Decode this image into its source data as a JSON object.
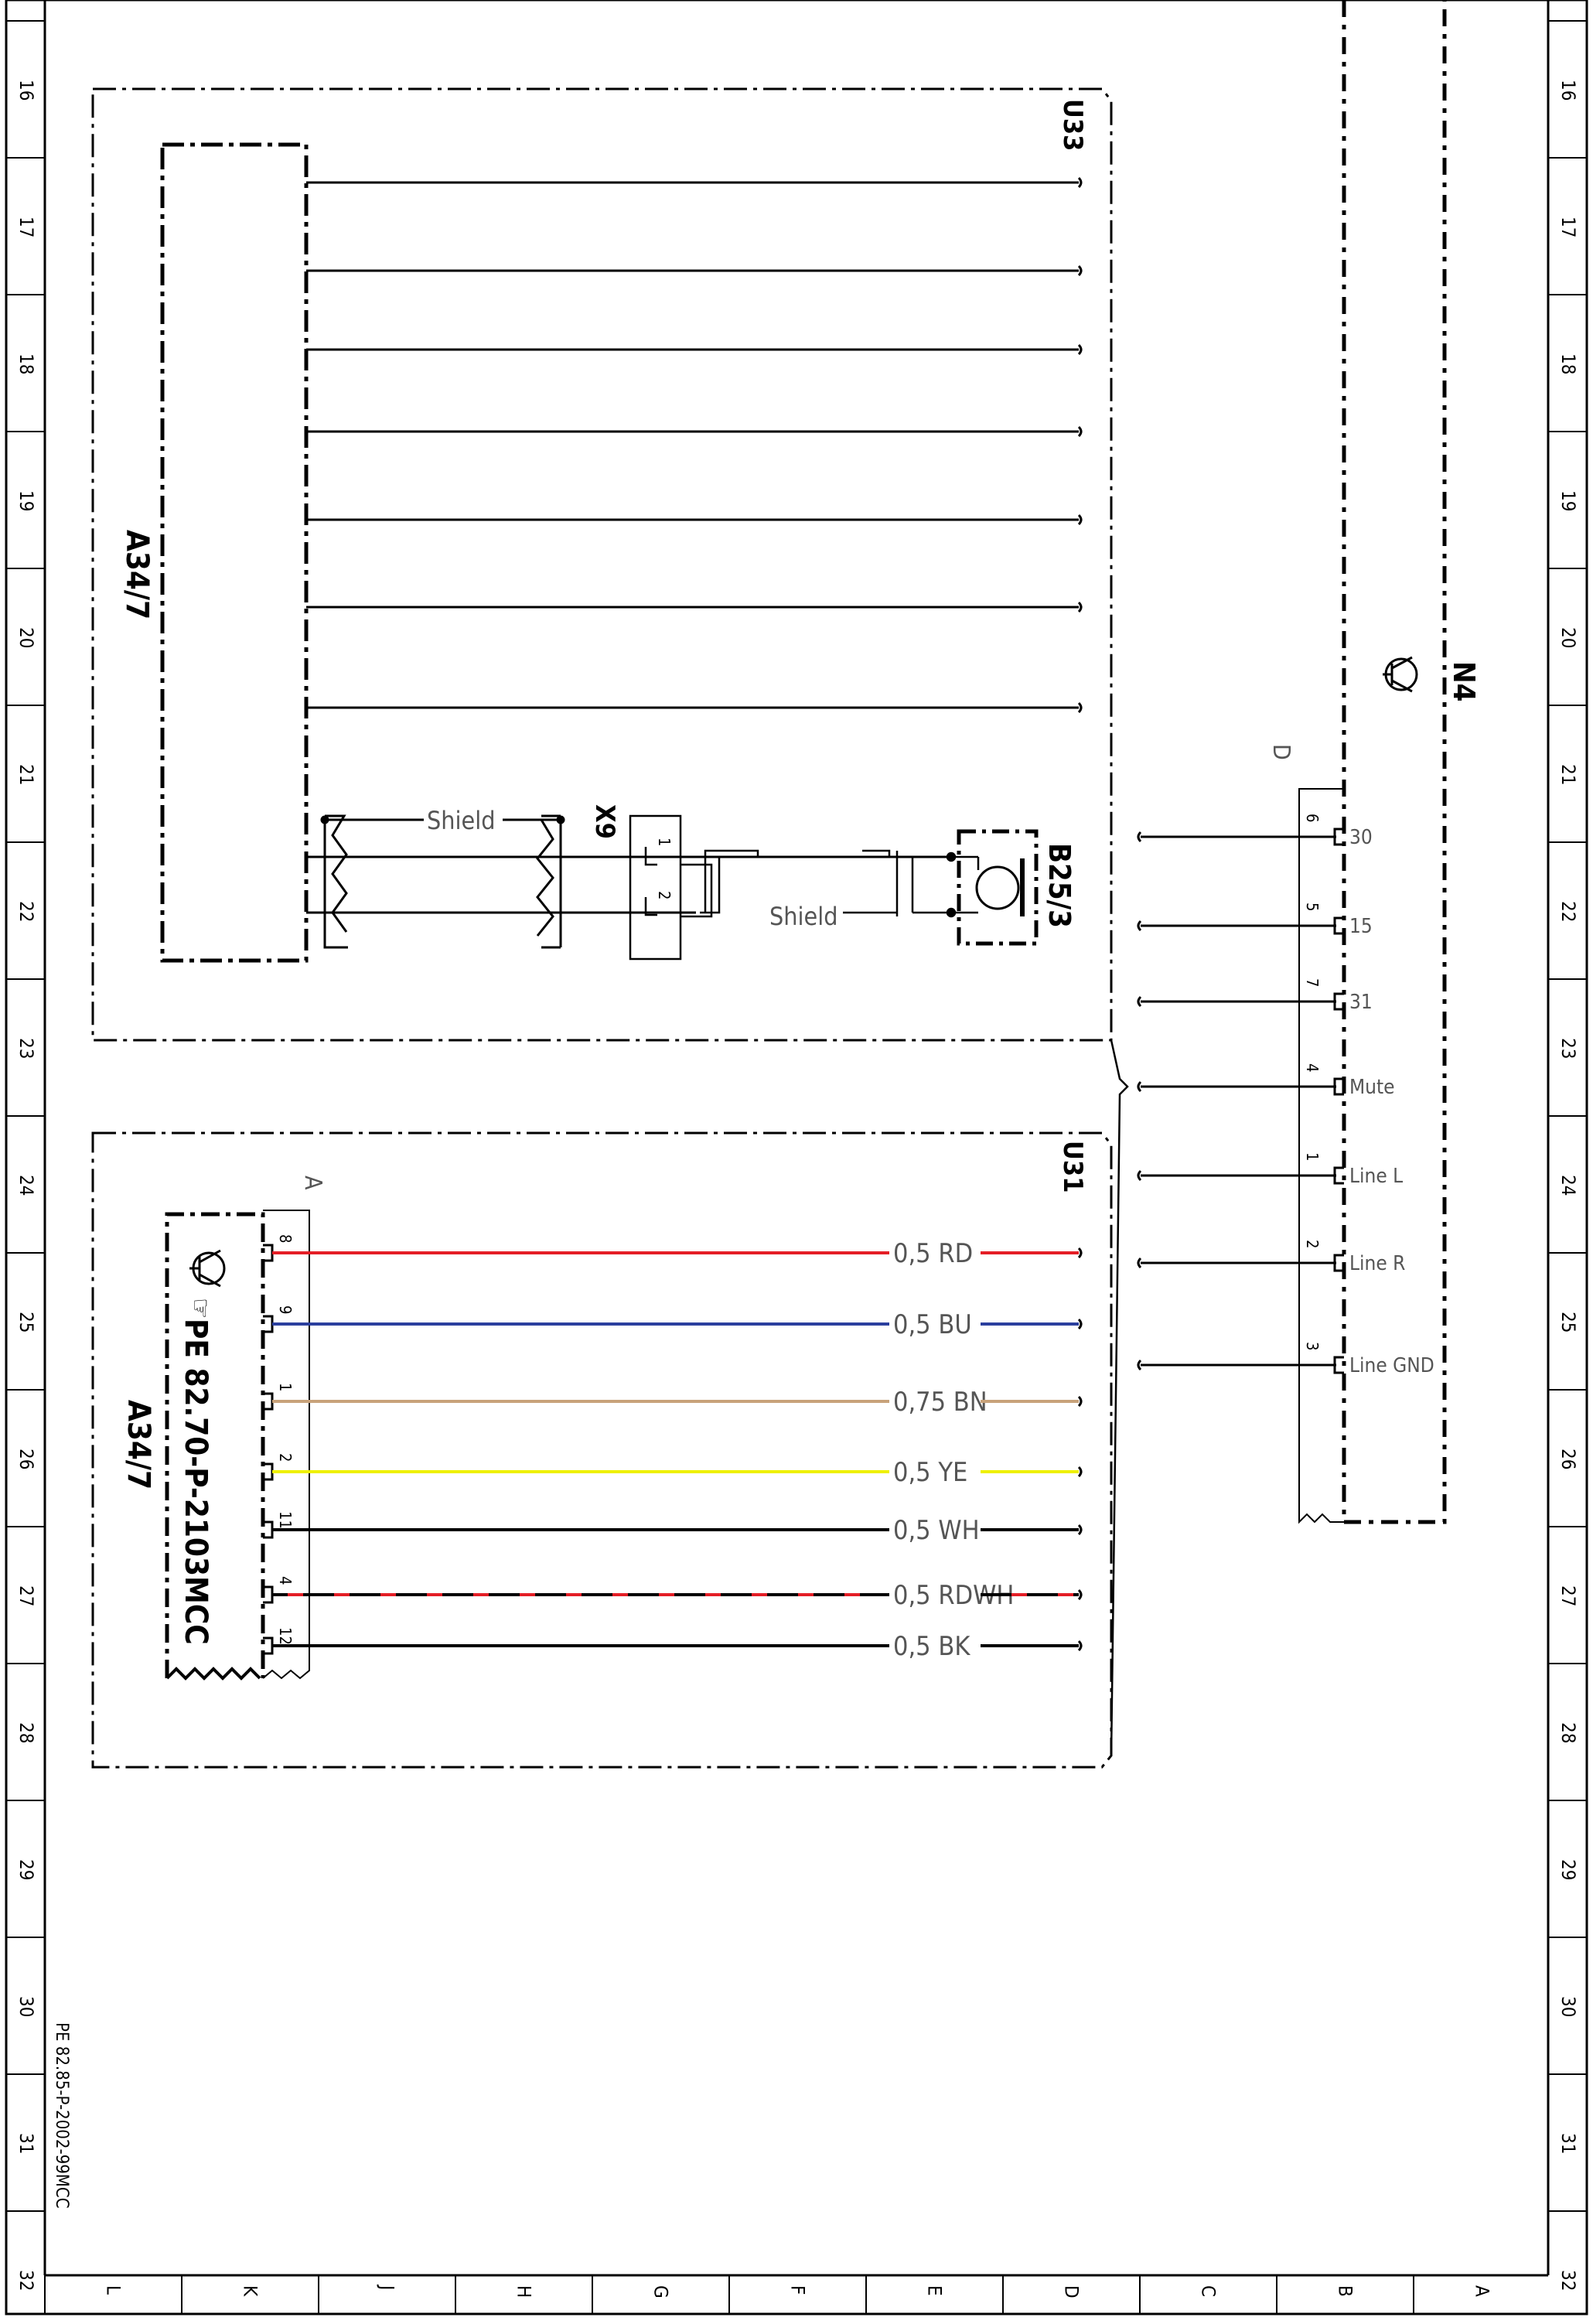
{
  "row_labels": [
    "16",
    "17",
    "18",
    "19",
    "20",
    "21",
    "22",
    "23",
    "24",
    "25",
    "26",
    "27",
    "28",
    "29",
    "30",
    "31",
    "32"
  ],
  "column_labels": [
    "L",
    "K",
    "J",
    "H",
    "G",
    "F",
    "E",
    "D",
    "C",
    "B",
    "A"
  ],
  "document_ref": "PE 82.85-P-2002-99MCC",
  "u33": {
    "ref": "U33",
    "module_label": "A34/7",
    "shield_label": "Shield",
    "connector_ref": "X9",
    "connector_pins": [
      "1",
      "2"
    ],
    "shield_label_2": "Shield",
    "microphone_ref": "B25/3"
  },
  "u31": {
    "ref": "U31",
    "connector_letter": "A",
    "module_label": "A34/7",
    "doc_ref": "PE 82.70-P-2103MCC",
    "wires": [
      {
        "pin": "8",
        "label": "0,5 RD",
        "color": "#e41e26"
      },
      {
        "pin": "9",
        "label": "0,5 BU",
        "color": "#2b3f9e"
      },
      {
        "pin": "1",
        "label": "0,75 BN",
        "color": "#c8a27a"
      },
      {
        "pin": "2",
        "label": "0,5 YE",
        "color": "#eef000"
      },
      {
        "pin": "11",
        "label": "0,5 WH",
        "color": "#000000"
      },
      {
        "pin": "4",
        "label": "0,5 RDWH",
        "color": "#e41e26"
      },
      {
        "pin": "12",
        "label": "0,5 BK",
        "color": "#000000"
      }
    ]
  },
  "n4": {
    "ref": "N4",
    "connector_letter": "D",
    "pins": [
      {
        "pin": "6",
        "label": "30"
      },
      {
        "pin": "5",
        "label": "15"
      },
      {
        "pin": "7",
        "label": "31"
      },
      {
        "pin": "4",
        "label": "Mute"
      },
      {
        "pin": "1",
        "label": "Line L"
      },
      {
        "pin": "2",
        "label": "Line R"
      },
      {
        "pin": "3",
        "label": "Line GND"
      }
    ]
  }
}
